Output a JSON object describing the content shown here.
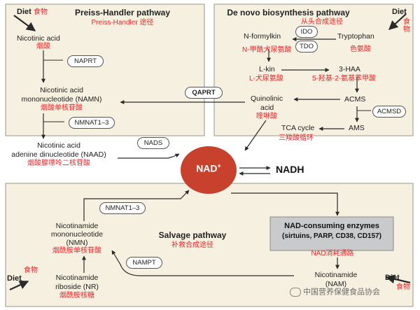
{
  "colors": {
    "panel": "#f6f0e0",
    "panel_border": "#9a9486",
    "nad": "#c8412c",
    "red_text": "#e8262a",
    "enzyme_box": "#c9cacc"
  },
  "preiss": {
    "title": "Preiss-Handler pathway",
    "title_cn": "Preiss-Handler 途径",
    "diet": "Diet",
    "diet_cn": "食物",
    "na": "Nicotinic acid",
    "na_cn": "烟酸",
    "naprt": "NAPRT",
    "namn": [
      "Nicotinic acid",
      "mononucleotide (NAMN)"
    ],
    "namn_cn": "烟酸单核苷酸",
    "nmnat": "NMNAT1–3",
    "naad": [
      "Nicotinic acid",
      "adenine dinucleotide (NAAD)"
    ],
    "naad_cn": "烟酸腺嘌呤二核苷酸",
    "nads": "NADS"
  },
  "denovo": {
    "title": "De novo biosynthesis pathway",
    "title_cn": "从头合成途径",
    "diet": "Diet",
    "diet_cn": "食物",
    "nfk": "N-formylkin",
    "nfk_cn": "N-甲酰犬尿氨酸",
    "ido": "IDO",
    "tdo": "TDO",
    "trp": "Tryptophan",
    "trp_cn": "色氨酸",
    "lkin": "L-kin",
    "lkin_cn": "L-犬尿氨酸",
    "haa": "3-HAA",
    "haa_cn": "5-羟基-2-氨基苯甲酸",
    "quin": [
      "Quinolinic",
      "acid"
    ],
    "quin_cn": "喹啉酸",
    "acms": "ACMS",
    "acmsd": "ACMSD",
    "tca": "TCA cycle",
    "tca_cn": "三羧酸循环",
    "ams": "AMS"
  },
  "qaprt": "QAPRT",
  "nad": {
    "label": "NAD",
    "sup": "+"
  },
  "nadh": "NADH",
  "salvage": {
    "title": "Salvage pathway",
    "title_cn": "补救合成途径",
    "nmnat": "NMNAT1–3",
    "nmn": [
      "Nicotinamide",
      "mononucleotide",
      "(NMN)"
    ],
    "nmn_cn": "烟酰胺单核苷酸",
    "nampt": "NAMPT",
    "enzymes": [
      "NAD-consuming enzymes",
      "(sirtuins, PARP, CD38, CD157)"
    ],
    "enzymes_cn": "NAD消耗通路",
    "diet_left": "Diet",
    "diet_left_cn": "食物",
    "nr": [
      "Nicotinamide",
      "riboside (NR)"
    ],
    "nr_cn": "烟酰胺核糖",
    "nam": [
      "Nicotinamide",
      "(NAM)"
    ],
    "diet_right": "Diet",
    "diet_right_cn": "食物"
  },
  "watermark": "中国营养保健食品协会"
}
